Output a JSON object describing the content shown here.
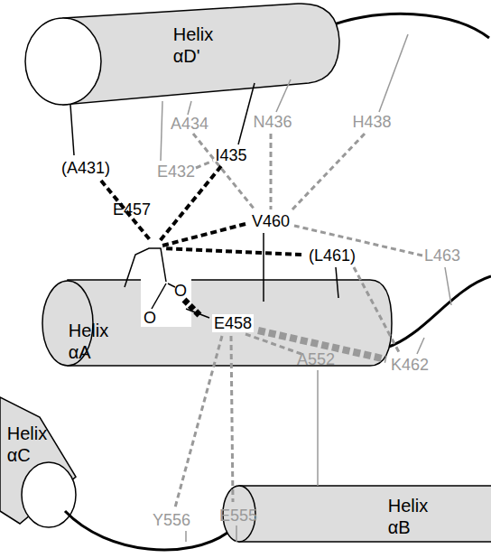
{
  "diagram": {
    "nodes": [
      {
        "text": [
          "Helix αD'"
        ]
      },
      {
        "text": [
          "Helix αA"
        ]
      },
      {
        "text": [
          "Helix αC"
        ]
      },
      {
        "text": [
          "Helix αB"
        ]
      }
    ],
    "labels": [
      "(A431)",
      "E432",
      "A434",
      "I435",
      "N436",
      "H438",
      "E457",
      "V460",
      "(L461)",
      "L463",
      "O",
      "O",
      "E458",
      "K462",
      "A552",
      "Y556",
      "E555"
    ]
  }
}
